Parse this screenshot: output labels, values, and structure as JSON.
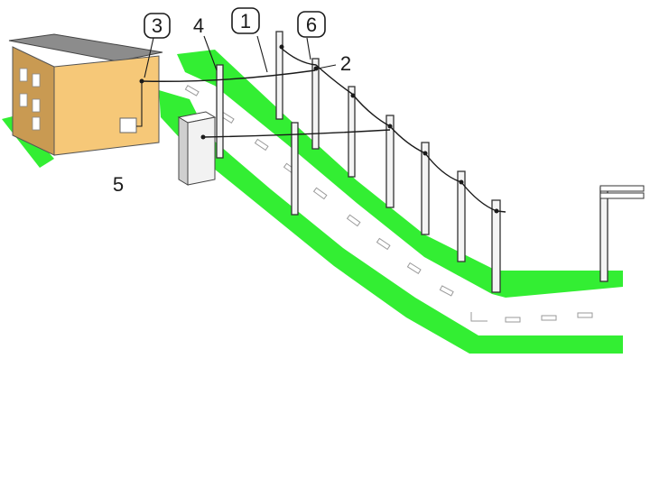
{
  "diagram": {
    "labels": [
      {
        "id": "1",
        "text": "1",
        "boxed": true
      },
      {
        "id": "2",
        "text": "2",
        "boxed": false
      },
      {
        "id": "3",
        "text": "3",
        "boxed": true
      },
      {
        "id": "4",
        "text": "4",
        "boxed": false
      },
      {
        "id": "5",
        "text": "5",
        "boxed": false
      },
      {
        "id": "6",
        "text": "6",
        "boxed": true
      }
    ],
    "colors": {
      "lawn": "#33ee33",
      "building_wall": "#f6c878",
      "building_shade": "#c99a52",
      "building_roof": "#8c8c8c",
      "road_marking": "#d0d0d0",
      "cabinet": "#f2f2f2",
      "wire": "#1a1a1a"
    }
  }
}
